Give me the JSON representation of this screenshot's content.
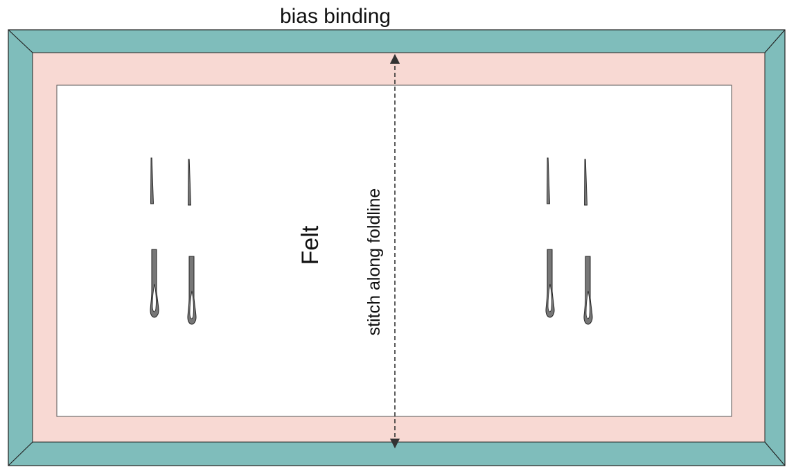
{
  "title": "bias binding",
  "felt_label": "Felt",
  "fold_label": "stitch along foldline",
  "colors": {
    "binding": "#7fbdbb",
    "lining": "#f8d9d3",
    "felt": "#ffffff",
    "needle": "#777777",
    "outline": "#222222"
  },
  "icons": {
    "needle": "sewing-needle-icon",
    "fold_arrow": "double-arrow-icon"
  }
}
